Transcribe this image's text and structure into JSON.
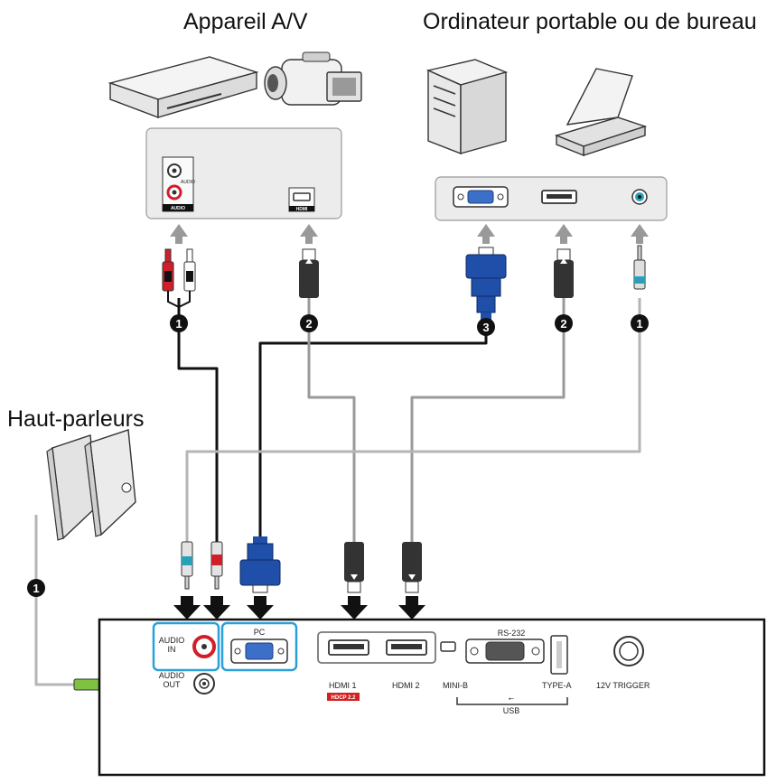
{
  "headings": {
    "av_device": "Appareil A/V",
    "computer": "Ordinateur portable ou de bureau",
    "speakers": "Haut-parleurs"
  },
  "av_panel_labels": {
    "audio_small": "AUDIO",
    "audio_bar": "AUDIO",
    "hdmi": "HDMI"
  },
  "cable_numbers": {
    "audio_left": "1",
    "hdmi_left": "2",
    "vga": "3",
    "hdmi_right": "2",
    "audio_right": "1",
    "speaker": "1"
  },
  "projector_labels": {
    "audio_in_1": "AUDIO",
    "audio_in_2": "IN",
    "audio_out_1": "AUDIO",
    "audio_out_2": "OUT",
    "pc": "PC",
    "hdmi1": "HDMI 1",
    "hdcp": "HDCP 2.2",
    "hdmi2": "HDMI 2",
    "mini_b": "MINI-B",
    "rs232": "RS-232",
    "type_a": "TYPE-A",
    "usb": "USB",
    "trigger": "12V TRIGGER"
  },
  "colors": {
    "audio_cable": "#111111",
    "hdmi_cable": "#888888",
    "vga_blue": "#1f4fa8",
    "port_outline": "#2aa0d8",
    "hdcp_red": "#d42020",
    "mini_jack_green": "#7fc241",
    "rca_red": "#d11f2a"
  }
}
